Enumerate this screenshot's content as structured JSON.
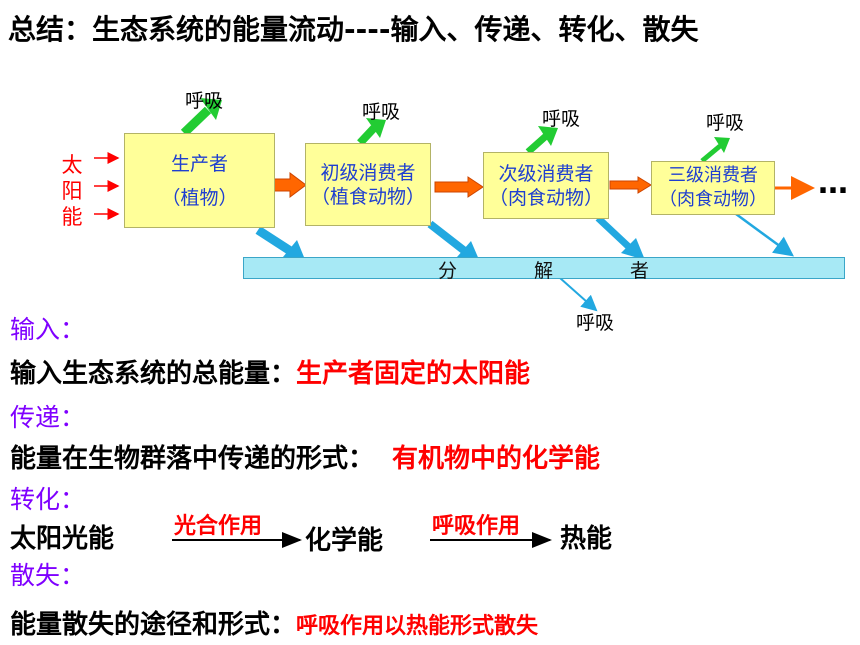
{
  "title": "总结：生态系统的能量流动----输入、传递、转化、散失",
  "diagram": {
    "sun_chars": [
      "太",
      "阳",
      "能"
    ],
    "producer": {
      "line1": "生产者",
      "line2": "（植物）"
    },
    "primary": {
      "line1": "初级消费者",
      "line2": "（植食动物）"
    },
    "secondary": {
      "line1": "次级消费者",
      "line2": "（肉食动物）"
    },
    "tertiary": {
      "line1": "三级消费者",
      "line2": "（肉食动物）"
    },
    "ellipsis": "…",
    "respiration": "呼吸",
    "decomposer": [
      "分",
      "解",
      "者"
    ]
  },
  "summary": {
    "input_heading": "输入：",
    "input_label": "输入生态系统的总能量：",
    "input_value": "生产者固定的太阳能",
    "transfer_heading": "传递：",
    "transfer_label": "能量在生物群落中传递的形式：",
    "transfer_value": "有机物中的化学能",
    "convert_heading": "转化：",
    "solar": "太阳光能",
    "photosynthesis": "光合作用",
    "chemical": "化学能",
    "respiration_process": "呼吸作用",
    "heat": "热能",
    "loss_heading": "散失：",
    "loss_label": "能量散失的途径和形式：",
    "loss_value": "呼吸作用以热能形式散失"
  },
  "colors": {
    "box_fill": "#ffff99",
    "respiration_arrow": "#22cc33",
    "flow_arrow": "#ff6600",
    "decomposer_arrow": "#22a8e0",
    "decomposer_bar": "#a7e9f5",
    "section_heading": "#7f00ff",
    "highlight": "#ff0000"
  }
}
